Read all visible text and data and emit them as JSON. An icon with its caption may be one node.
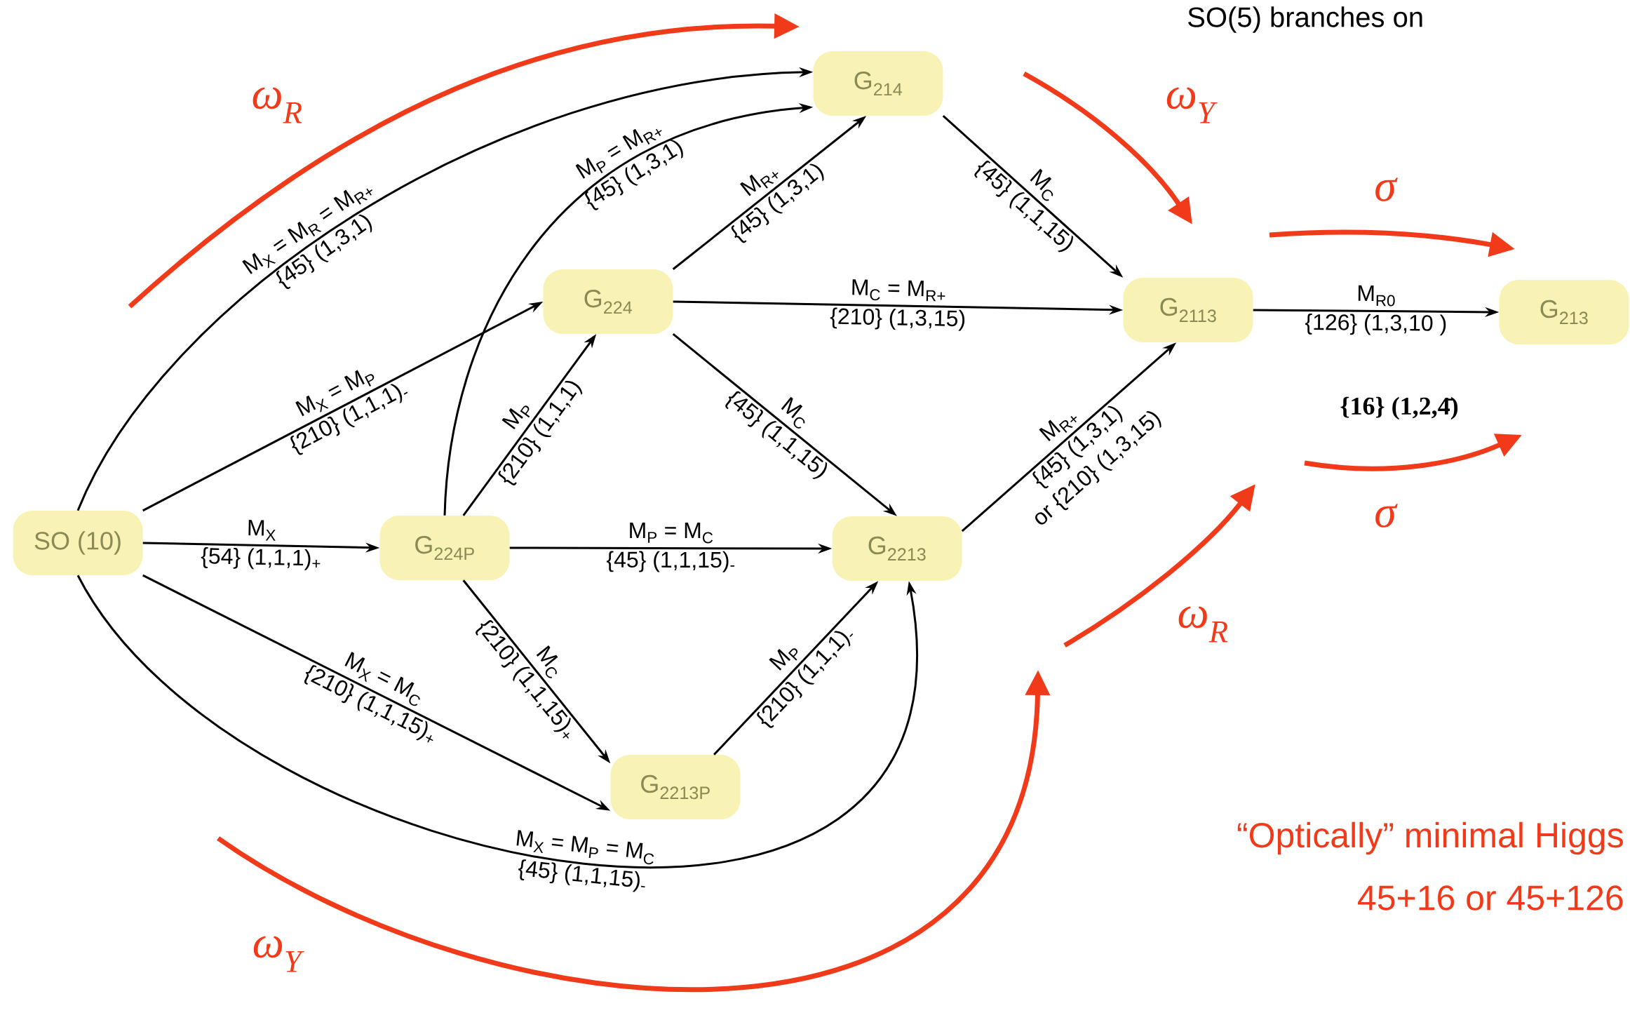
{
  "diagram": {
    "nodes": [
      {
        "text": [
          "SO (10)"
        ]
      },
      {
        "text": [
          "G$_{224P}$"
        ]
      },
      {
        "text": [
          "G$_{224}$"
        ]
      },
      {
        "text": [
          "G$_{214}$"
        ]
      },
      {
        "text": [
          "G$_{2213P}$"
        ]
      },
      {
        "text": [
          "G$_{2213}$"
        ]
      },
      {
        "text": [
          "G$_{2113}$"
        ]
      },
      {
        "text": [
          "G$_{213}$"
        ]
      }
    ],
    "edges": [
      {
        "from": 0,
        "to": 1,
        "arrow": "to",
        "label": "M$_{X}$"
      },
      {
        "from": 0,
        "to": 3,
        "arrow": "to",
        "label": "M$_{X}$ = M$_{R}$ = M$_{R+}$"
      },
      {
        "from": 0,
        "to": 2,
        "arrow": "to",
        "label": "M$_{X}$ = M$_{P}$"
      },
      {
        "from": 1,
        "to": 3,
        "arrow": "to",
        "label": "M$_{P}$ = M$_{R+}$"
      },
      {
        "from": 1,
        "to": 2,
        "arrow": "to",
        "label": "M$_{P}$"
      },
      {
        "from": 1,
        "to": 5,
        "arrow": "to",
        "label": "M$_{P}$ = M$_{C}$"
      },
      {
        "from": 1,
        "to": 4,
        "arrow": "to",
        "label": "M$_{C}$"
      },
      {
        "from": 0,
        "to": 4,
        "arrow": "to",
        "label": "M$_{X}$ = M$_{C}$"
      },
      {
        "from": 0,
        "to": 5,
        "arrow": "to",
        "label": "M$_{X}$ = M$_{P}$ = M$_{C}$"
      },
      {
        "from": 2,
        "to": 3,
        "arrow": "to",
        "label": "M$_{R+}$"
      },
      {
        "from": 2,
        "to": 6,
        "arrow": "to",
        "label": "M$_{C}$ = M$_{R+}$"
      },
      {
        "from": 2,
        "to": 5,
        "arrow": "to",
        "label": "M$_{C}$"
      },
      {
        "from": 3,
        "to": 6,
        "arrow": "to",
        "label": "M$_{C}$"
      },
      {
        "from": 4,
        "to": 5,
        "arrow": "to",
        "label": "M$_{P}$"
      },
      {
        "from": 5,
        "to": 6,
        "arrow": "to",
        "label": "M$_{R+}$"
      },
      {
        "from": 6,
        "to": 7,
        "arrow": "to",
        "label": "M$_{R0}$"
      }
    ],
    "labels": [
      "SO(5) branches on",
      "ω$_{R}$",
      "{54} (1,1,1)$_{+}$",
      "{45} (1,3,1)",
      "{210} (1,1,1)$_{-}$",
      "{45} (1,3,1)",
      "{210} (1,1,1)",
      "{45} (1,1,15)$_{-}$",
      "{210} (1,1,15)$_{+}$",
      "{210} (1,1,15)$_{+}$",
      "{45} (1,1,15)$_{-}$",
      "{45} (1,3,1)",
      "{210} (1,3,15)",
      "{45} (1,1,15)",
      "{45} (1,1,15)",
      "{210} (1,1,1)$_{-}$",
      "{45} (1,3,1)",
      "or {210} (1,3,15)",
      "{126} (1,3,10 )",
      "ω$_{Y}$",
      "σ",
      "{16} (1,2,4̄)",
      "σ",
      "ω$_{R}$",
      "“Optically” minimal Higgs",
      "45+16 or 45+126",
      "ω$_{Y}$"
    ]
  }
}
